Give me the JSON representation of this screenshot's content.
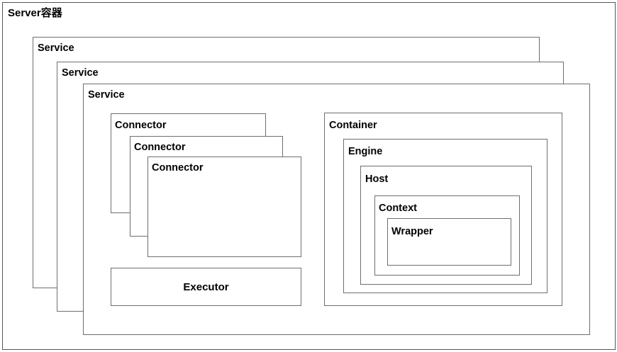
{
  "diagram": {
    "title": "Server容器",
    "nodes": {
      "service_1": "Service",
      "service_2": "Service",
      "service_3": "Service",
      "connector_1": "Connector",
      "connector_2": "Connector",
      "connector_3": "Connector",
      "executor": "Executor",
      "container": "Container",
      "engine": "Engine",
      "host": "Host",
      "context": "Context",
      "wrapper": "Wrapper"
    },
    "colors": {
      "background": "#ffffff",
      "border": "#6e6e6e",
      "outer_border": "#555555",
      "text": "#000000"
    }
  }
}
